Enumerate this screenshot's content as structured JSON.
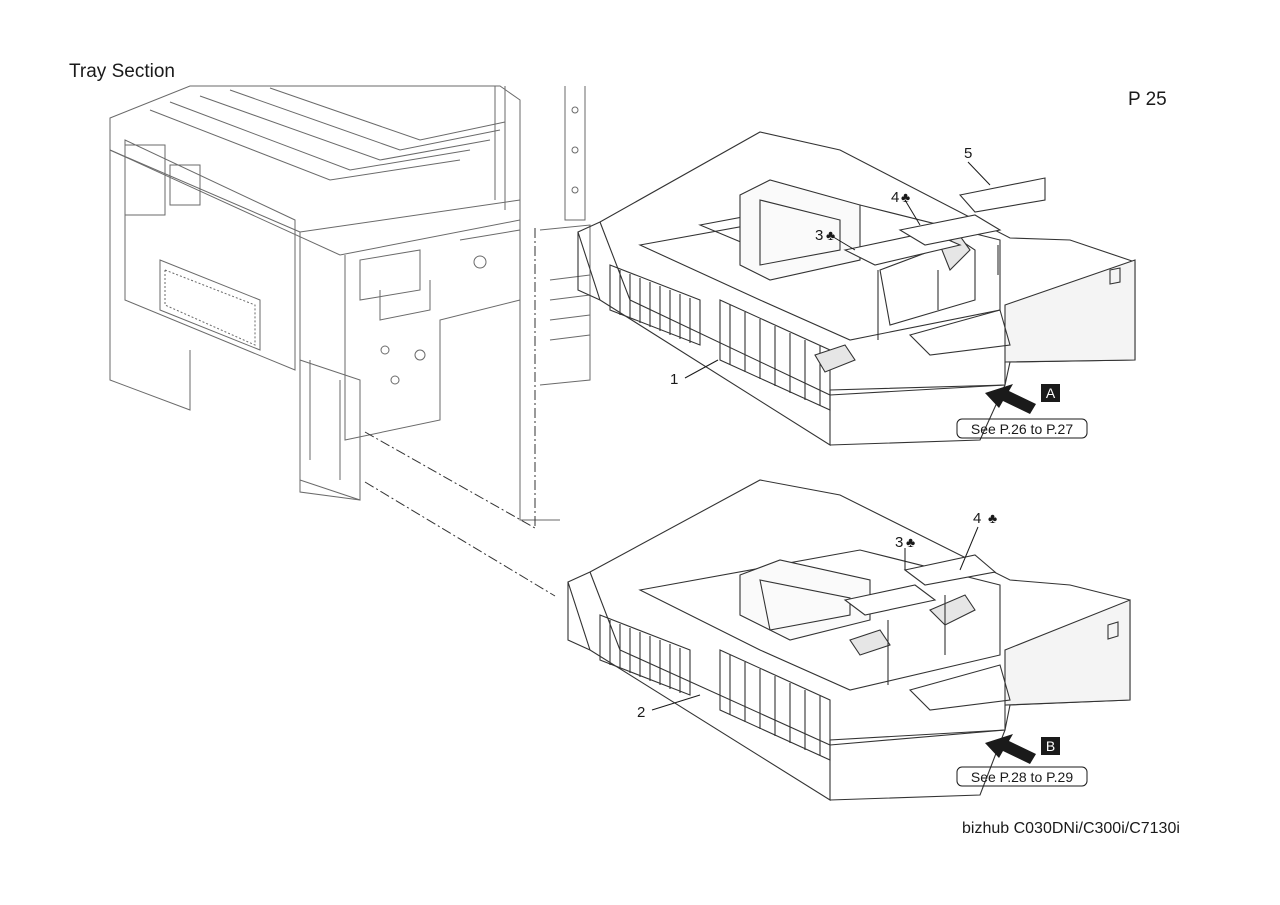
{
  "page": {
    "title": "Tray Section",
    "page_number": "P 25",
    "model": "bizhub C030DNi/C300i/C7130i"
  },
  "callouts": {
    "c1": "1",
    "c2": "2",
    "c3a": "3",
    "c3b": "3",
    "c4a": "4",
    "c4b": "4",
    "c5": "5",
    "club": "♣"
  },
  "refs": {
    "a_label": "A",
    "a_text": "See P.26 to P.27",
    "b_label": "B",
    "b_text": "See P.28 to P.29"
  }
}
